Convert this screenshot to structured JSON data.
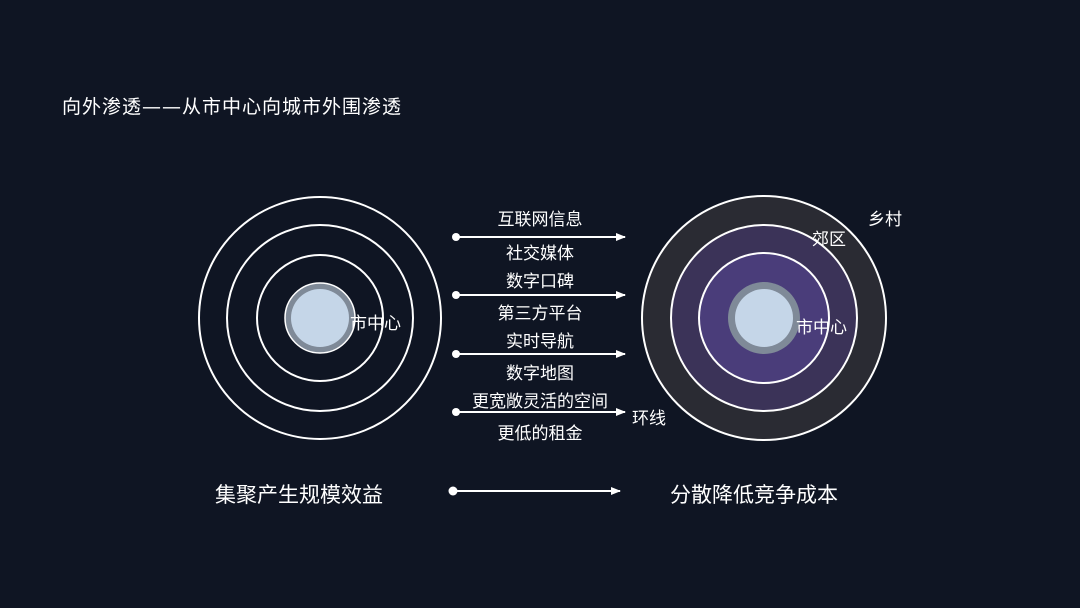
{
  "title": "向外渗透——从市中心向城市外围渗透",
  "left_circle": {
    "center_label": "市中心"
  },
  "right_circle": {
    "center_label": "市中心",
    "ring_suburb": "郊区",
    "ring_rural": "乡村"
  },
  "arrows": [
    {
      "top": "互联网信息",
      "bottom": "社交媒体"
    },
    {
      "top": "数字口碑",
      "bottom": "第三方平台"
    },
    {
      "top": "实时导航",
      "bottom": "数字地图"
    },
    {
      "top": "更宽敞灵活的空间",
      "bottom": "更低的租金"
    }
  ],
  "ring_road_label": "环线",
  "bottom_row": {
    "left": "集聚产生规模效益",
    "right": "分散降低竞争成本"
  },
  "colors": {
    "background": "#0f1523",
    "left_core": "#c5d6e8",
    "left_core_ring": "#7f8a98",
    "right_outer": "#2a2b33",
    "right_mid": "#3b3358",
    "right_inner": "#4a3d7a",
    "right_core": "#c5d6e8"
  }
}
